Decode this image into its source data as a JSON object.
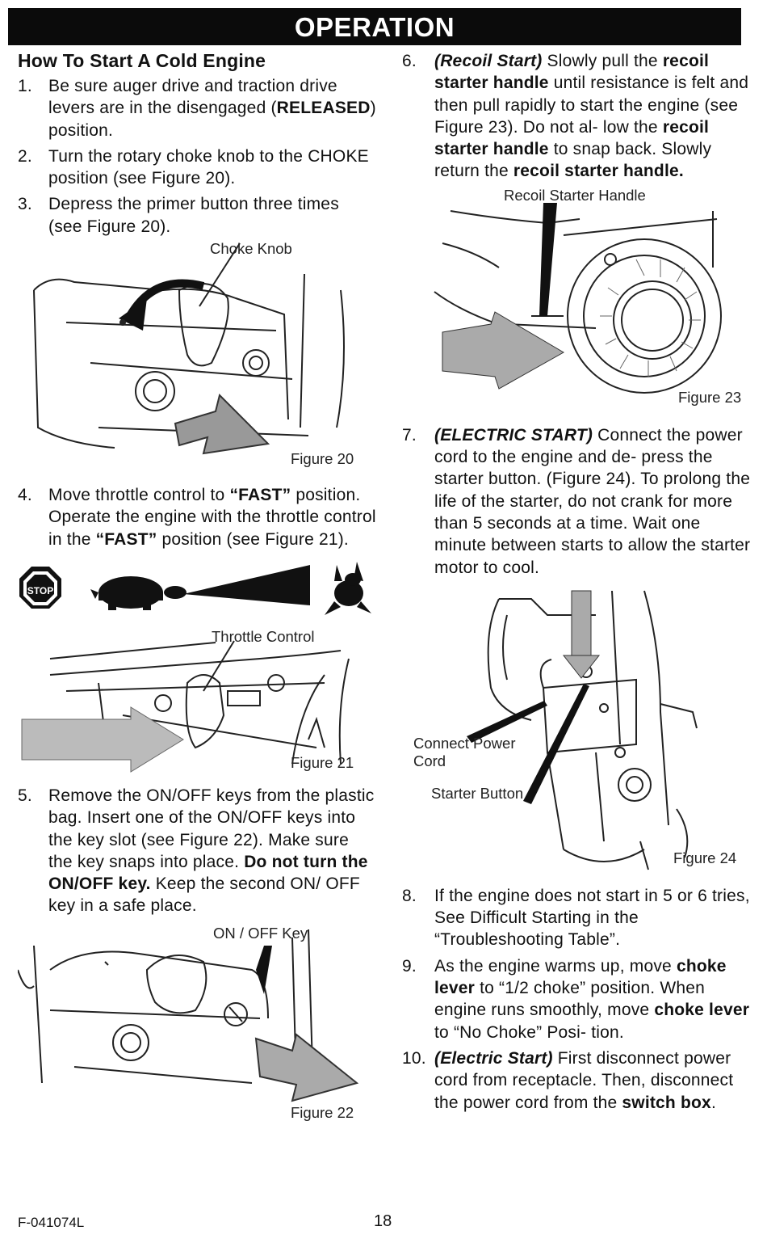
{
  "header": {
    "title": "OPERATION"
  },
  "left_column": {
    "heading": "How To Start A Cold Engine",
    "steps": [
      {
        "num": "1.",
        "t1": "Be sure auger drive and traction drive  levers are in the disengaged (",
        "b1": "RELEASED",
        "t2": ") position."
      },
      {
        "num": "2.",
        "t1": "Turn the rotary choke knob to the CHOKE position (see Figure 20)."
      },
      {
        "num": "3.",
        "t1": "Depress the primer button three times (see Figure 20)."
      },
      {
        "num": "4.",
        "t1": "Move throttle control to ",
        "b1": "“FAST”",
        "t2": " position. Operate the engine with the throttle control in the ",
        "b2": "“FAST”",
        "t3": " position (see Figure 21)."
      },
      {
        "num": "5.",
        "t1": "Remove the ON/OFF keys from the plastic bag.  Insert one of the ON/OFF keys into the key slot (see Figure 22). Make sure the key snaps into place. ",
        "b1": "Do not turn the ON/OFF key.",
        "t2": "  Keep the second ON/ OFF key in a safe place."
      }
    ],
    "figure20": {
      "caption": "Figure 20",
      "callout": "Choke Knob"
    },
    "throttle_icons": {
      "stop": "STOP",
      "slow": "turtle-icon",
      "fast": "rabbit-icon"
    },
    "figure21": {
      "caption": "Figure 21",
      "callout": "Throttle Control"
    },
    "figure22": {
      "caption": "Figure 22",
      "callout": "ON / OFF Key"
    }
  },
  "right_column": {
    "steps": [
      {
        "num": "6.",
        "i1": "(Recoil Start)",
        "t1": " Slowly pull the ",
        "b1": "recoil starter handle",
        "t2": " until resistance is felt and then pull rapidly to start the engine (see Figure 23). Do not al- low the ",
        "b2": "recoil starter handle",
        "t3": " to snap back. Slowly return the ",
        "b3": "recoil starter handle."
      },
      {
        "num": "7.",
        "i1": "(ELECTRIC START)",
        "t1": " Connect the power cord to the engine and de- press the starter button. (Figure 24). To prolong the life of the starter, do not crank for more than 5 seconds at a time. Wait one minute between starts to allow the starter motor to cool."
      },
      {
        "num": "8.",
        "t1": "If the engine does not start in 5 or 6 tries, See Difficult Starting in the “Troubleshooting Table”."
      },
      {
        "num": "9.",
        "t1": "As the engine warms up, move ",
        "b1": "choke lever",
        "t2": " to “1/2 choke” position. When engine runs smoothly, move ",
        "b2": "choke lever",
        "t3": "  to “No Choke” Posi- tion."
      },
      {
        "num": "10.",
        "i1": "(Electric Start)",
        "t1": " First disconnect power cord from receptacle. Then, disconnect the power cord from the ",
        "b1": "switch box",
        "t2": "."
      }
    ],
    "figure23": {
      "caption": "Figure 23",
      "callout": "Recoil Starter Handle"
    },
    "figure24": {
      "caption": "Figure 24",
      "callout_cord": "Connect Power Cord",
      "callout_button": "Starter Button"
    }
  },
  "footer": {
    "code": "F-041074L",
    "page": "18"
  }
}
